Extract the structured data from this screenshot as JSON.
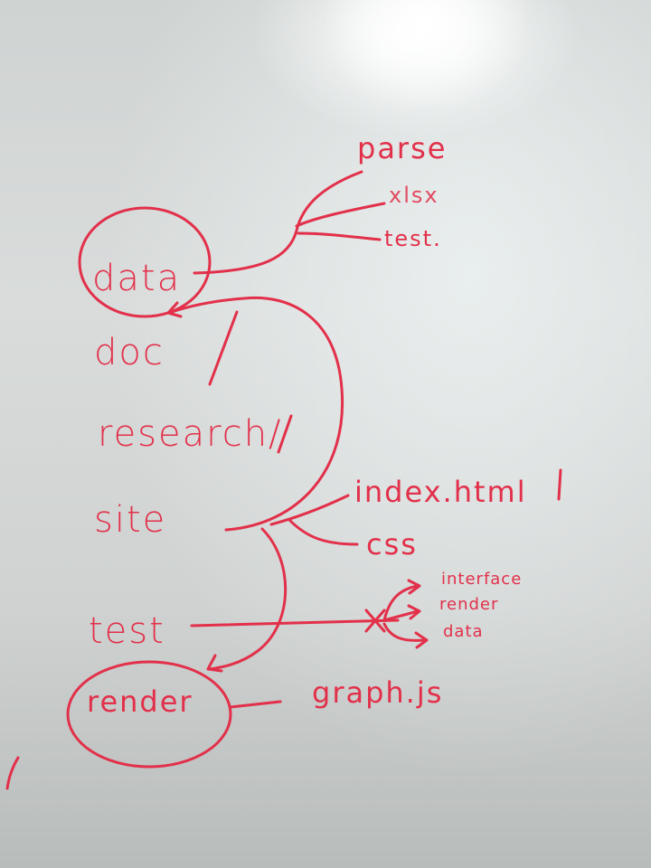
{
  "whiteboard": {
    "main_dirs": {
      "data": "data",
      "doc": "doc",
      "research": "research/",
      "site": "site",
      "test": "test",
      "render": "render"
    },
    "data_children": [
      "parse",
      "xlsx",
      "test."
    ],
    "site_children": [
      "index.html",
      "css"
    ],
    "test_children": [
      "interface",
      "render",
      "data"
    ],
    "render_children": [
      "graph.js"
    ],
    "ink_color": "#e2304a",
    "board_color": "#d6d9d8"
  }
}
